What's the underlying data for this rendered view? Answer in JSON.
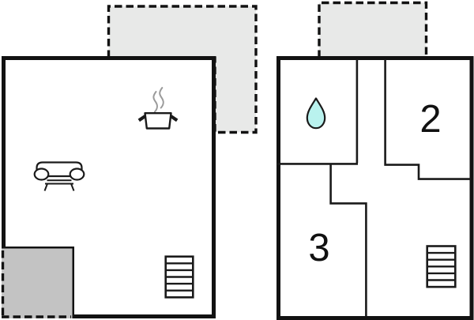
{
  "palette": {
    "wall": "#121212",
    "interior_line": "#1a1a1a",
    "room_fill": "#ffffff",
    "terrace_light_fill": "#e8e9e8",
    "terrace_dark_fill": "#c3c3c3",
    "water_drop_fill": "#b9f2ee",
    "steam_gray": "#9a9a9a",
    "label_color": "#111111",
    "page_bg": "#ffffff"
  },
  "plans": [
    {
      "id": "left-floorplan",
      "rooms": [],
      "features": [
        {
          "name": "roof-terrace",
          "type": "terrace",
          "outline": "dashed",
          "fill": "terrace_light_fill"
        },
        {
          "name": "corner-terrace",
          "type": "terrace",
          "outline": "dashed",
          "fill": "terrace_dark_fill"
        },
        {
          "name": "cooking-pot-icon",
          "type": "icon"
        },
        {
          "name": "sofa-icon",
          "type": "icon"
        },
        {
          "name": "stairs-icon",
          "type": "icon",
          "steps": 6
        }
      ]
    },
    {
      "id": "right-floorplan",
      "rooms": [
        {
          "name": "room-2",
          "label": "2"
        },
        {
          "name": "room-3",
          "label": "3"
        },
        {
          "name": "bathroom",
          "icon": "water-drop-icon"
        }
      ],
      "features": [
        {
          "name": "balcony-terrace",
          "type": "terrace",
          "outline": "dashed",
          "fill": "terrace_light_fill"
        },
        {
          "name": "stairs-icon",
          "type": "icon",
          "steps": 6
        }
      ]
    }
  ]
}
